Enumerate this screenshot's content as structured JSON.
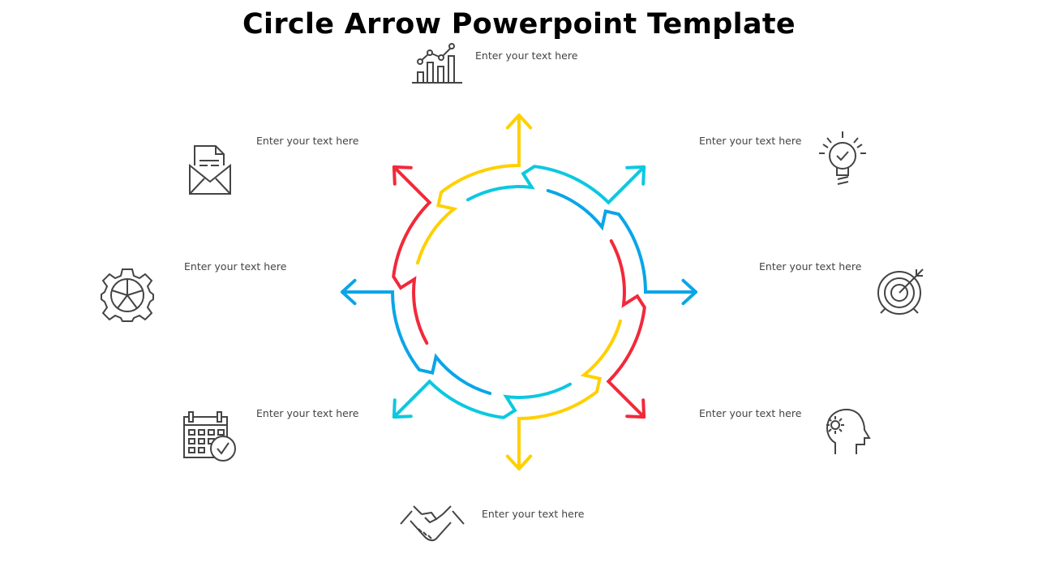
{
  "title": "Circle Arrow Powerpoint Template",
  "items": [
    {
      "label": "Enter your text here",
      "icon": "bar-chart-icon",
      "color": "#FFD000"
    },
    {
      "label": "Enter your text here",
      "icon": "lightbulb-icon",
      "color": "#0CC8E0"
    },
    {
      "label": "Enter your text here",
      "icon": "target-icon",
      "color": "#0AA5E8"
    },
    {
      "label": "Enter your text here",
      "icon": "head-gear-icon",
      "color": "#F2293A"
    },
    {
      "label": "Enter your text here",
      "icon": "handshake-icon",
      "color": "#FFD000"
    },
    {
      "label": "Enter your text here",
      "icon": "calendar-check-icon",
      "color": "#0CC8E0"
    },
    {
      "label": "Enter your text here",
      "icon": "gear-icon",
      "color": "#0AA5E8"
    },
    {
      "label": "Enter your text here",
      "icon": "envelope-document-icon",
      "color": "#F2293A"
    }
  ]
}
